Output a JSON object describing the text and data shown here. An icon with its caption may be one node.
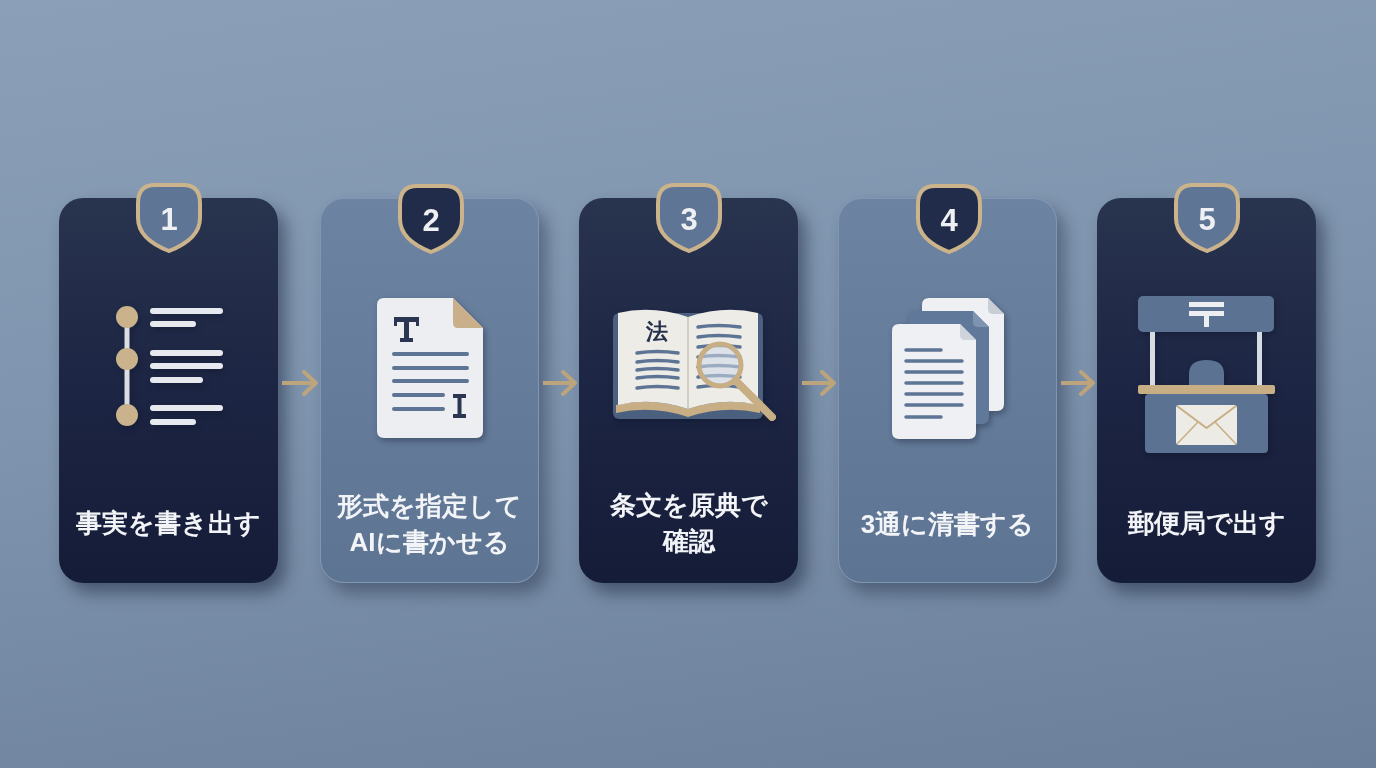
{
  "diagram": {
    "nodes": [
      {
        "text": [
          "1",
          "事実を書き出す"
        ]
      },
      {
        "text": [
          "2",
          "形式を指定してAIに書かせる"
        ]
      },
      {
        "text": [
          "3",
          "法",
          "条文を原典で確認"
        ]
      },
      {
        "text": [
          "4",
          "3通に清書する"
        ]
      },
      {
        "text": [
          "5",
          "郵便局で出す"
        ]
      }
    ],
    "edges": [
      {
        "from": 0,
        "to": 1,
        "arrow": "to"
      },
      {
        "from": 1,
        "to": 2,
        "arrow": "to"
      },
      {
        "from": 2,
        "to": 3,
        "arrow": "to"
      },
      {
        "from": 3,
        "to": 4,
        "arrow": "to"
      }
    ]
  }
}
